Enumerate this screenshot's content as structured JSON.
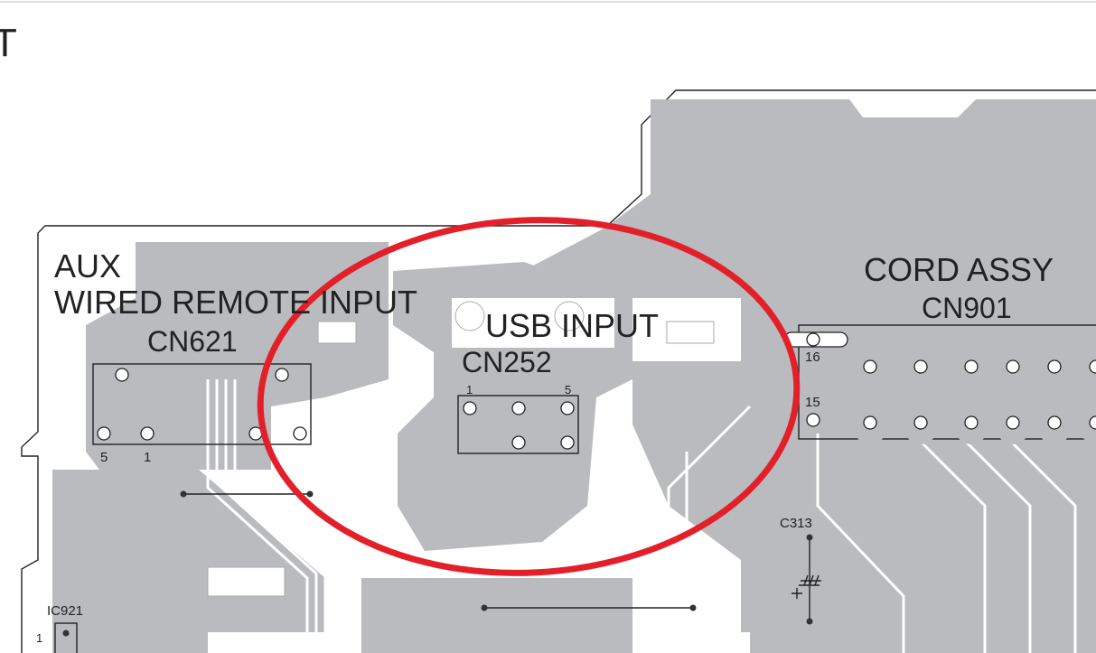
{
  "title_fragment": "T",
  "connectors": {
    "cn621": {
      "line1": "AUX",
      "line2": "WIRED REMOTE INPUT",
      "ref": "CN621",
      "pin_a": "5",
      "pin_b": "1"
    },
    "cn252": {
      "name": "USB INPUT",
      "ref": "CN252",
      "pin_a": "1",
      "pin_b": "5"
    },
    "cn901": {
      "name": "CORD ASSY",
      "ref": "CN901",
      "pin_a": "16",
      "pin_b": "15"
    }
  },
  "components": {
    "c313": "C313",
    "ic921": "IC921",
    "ic921_pin": "1"
  },
  "colors": {
    "copper": "#b9bbbe",
    "highlight": "#e3202a",
    "ink": "#222222"
  }
}
